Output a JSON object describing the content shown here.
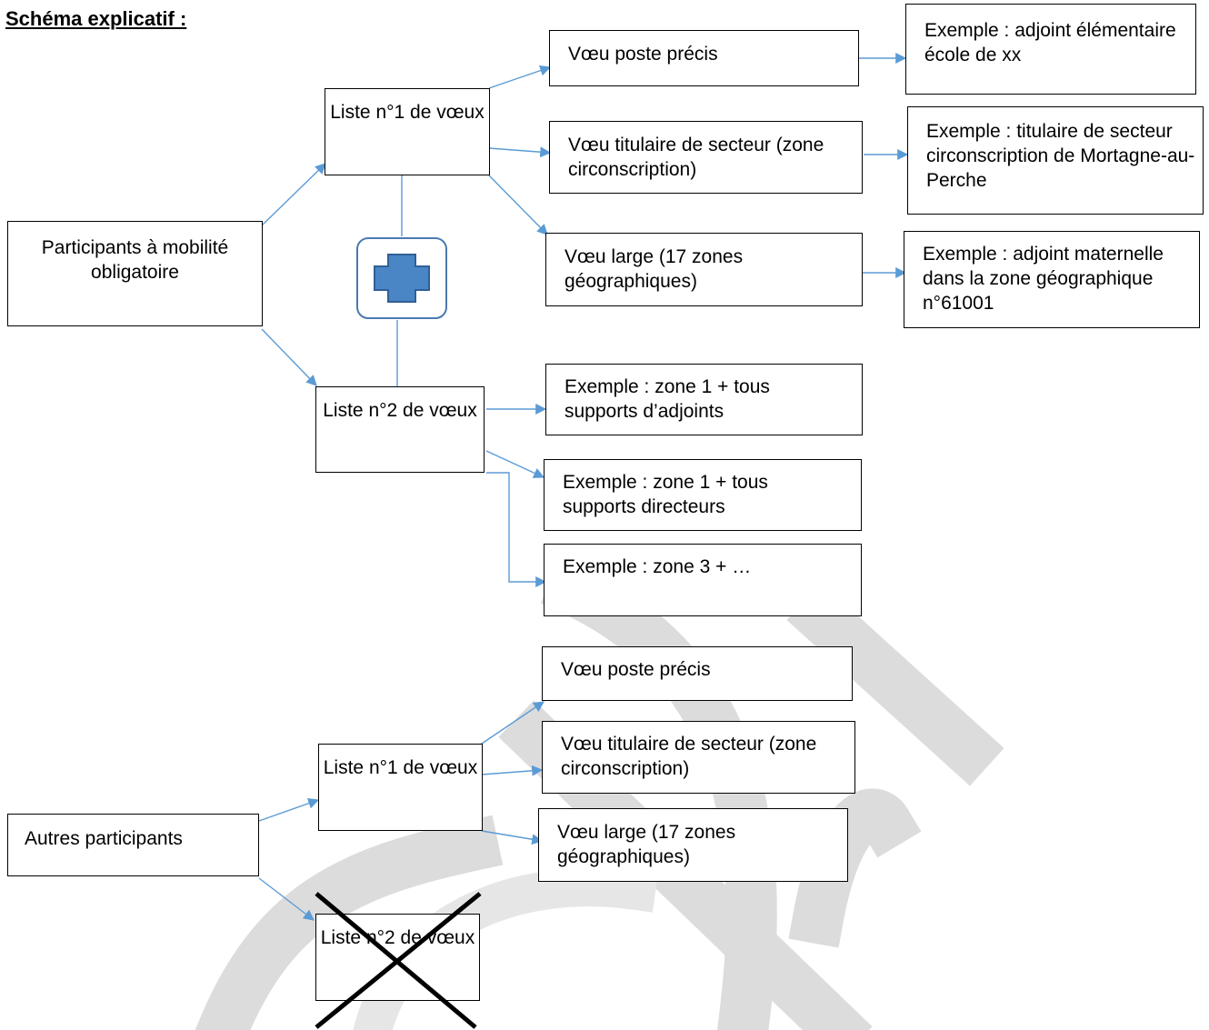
{
  "title": "Schéma explicatif :",
  "colors": {
    "connector": "#5b9bd5",
    "plus_fill": "#4a86c5",
    "plus_border": "#4a7ab0",
    "watermark": "#d8d8d8",
    "cross": "#000000"
  },
  "plus_icon": "plus-icon",
  "cross_icon": "x-cross-icon",
  "top": {
    "source": "Participants à mobilité obligatoire",
    "list1": "Liste n°1 de vœux",
    "list1_choices": [
      "Vœu poste précis",
      "Vœu titulaire de secteur (zone circonscription)",
      "Vœu large (17 zones géographiques)"
    ],
    "list1_examples": [
      "Exemple : adjoint élémentaire école de xx",
      "Exemple : titulaire de secteur circonscription de Mortagne-au-Perche",
      "Exemple : adjoint maternelle dans la zone géographique n°61001"
    ],
    "list2": "Liste n°2 de vœux",
    "list2_examples": [
      "Exemple : zone 1 + tous supports d’adjoints",
      "Exemple : zone 1 + tous supports directeurs",
      "Exemple : zone 3 + …"
    ]
  },
  "bottom": {
    "source": "Autres participants",
    "list1": "Liste n°1 de vœux",
    "list1_choices": [
      "Vœu poste précis",
      "Vœu titulaire de secteur (zone circonscription)",
      "Vœu large (17 zones géographiques)"
    ],
    "list2_crossed": "Liste n°2 de vœux"
  }
}
